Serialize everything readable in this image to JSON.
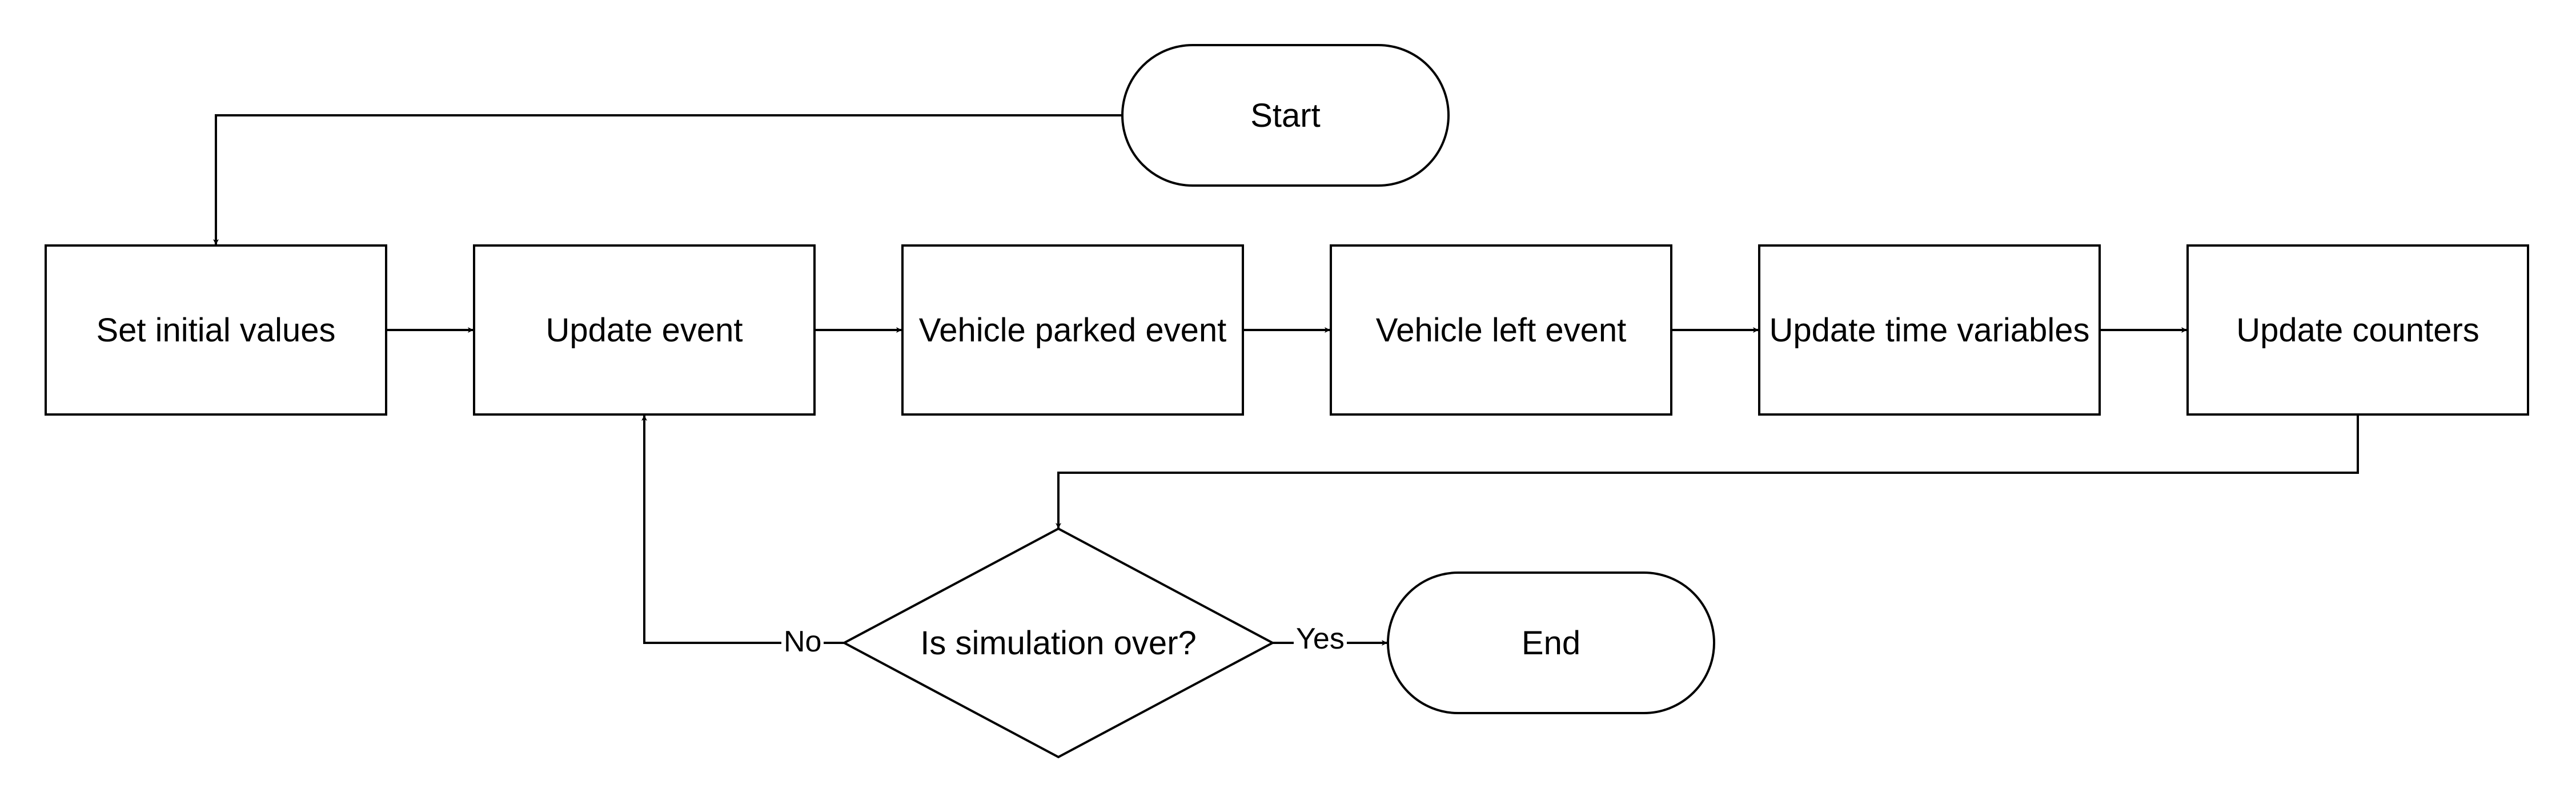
{
  "diagram": {
    "nodes": {
      "start": "Start",
      "set_initial_values": "Set initial values",
      "update_event": "Update event",
      "vehicle_parked_event": "Vehicle parked event",
      "vehicle_left_event": "Vehicle left event",
      "update_time_variables": "Update time variables",
      "update_counters": "Update counters",
      "decision": "Is simulation over?",
      "end": "End"
    },
    "edge_labels": {
      "no": "No",
      "yes": "Yes"
    },
    "colors": {
      "stroke": "#000000",
      "fill": "#ffffff"
    }
  }
}
